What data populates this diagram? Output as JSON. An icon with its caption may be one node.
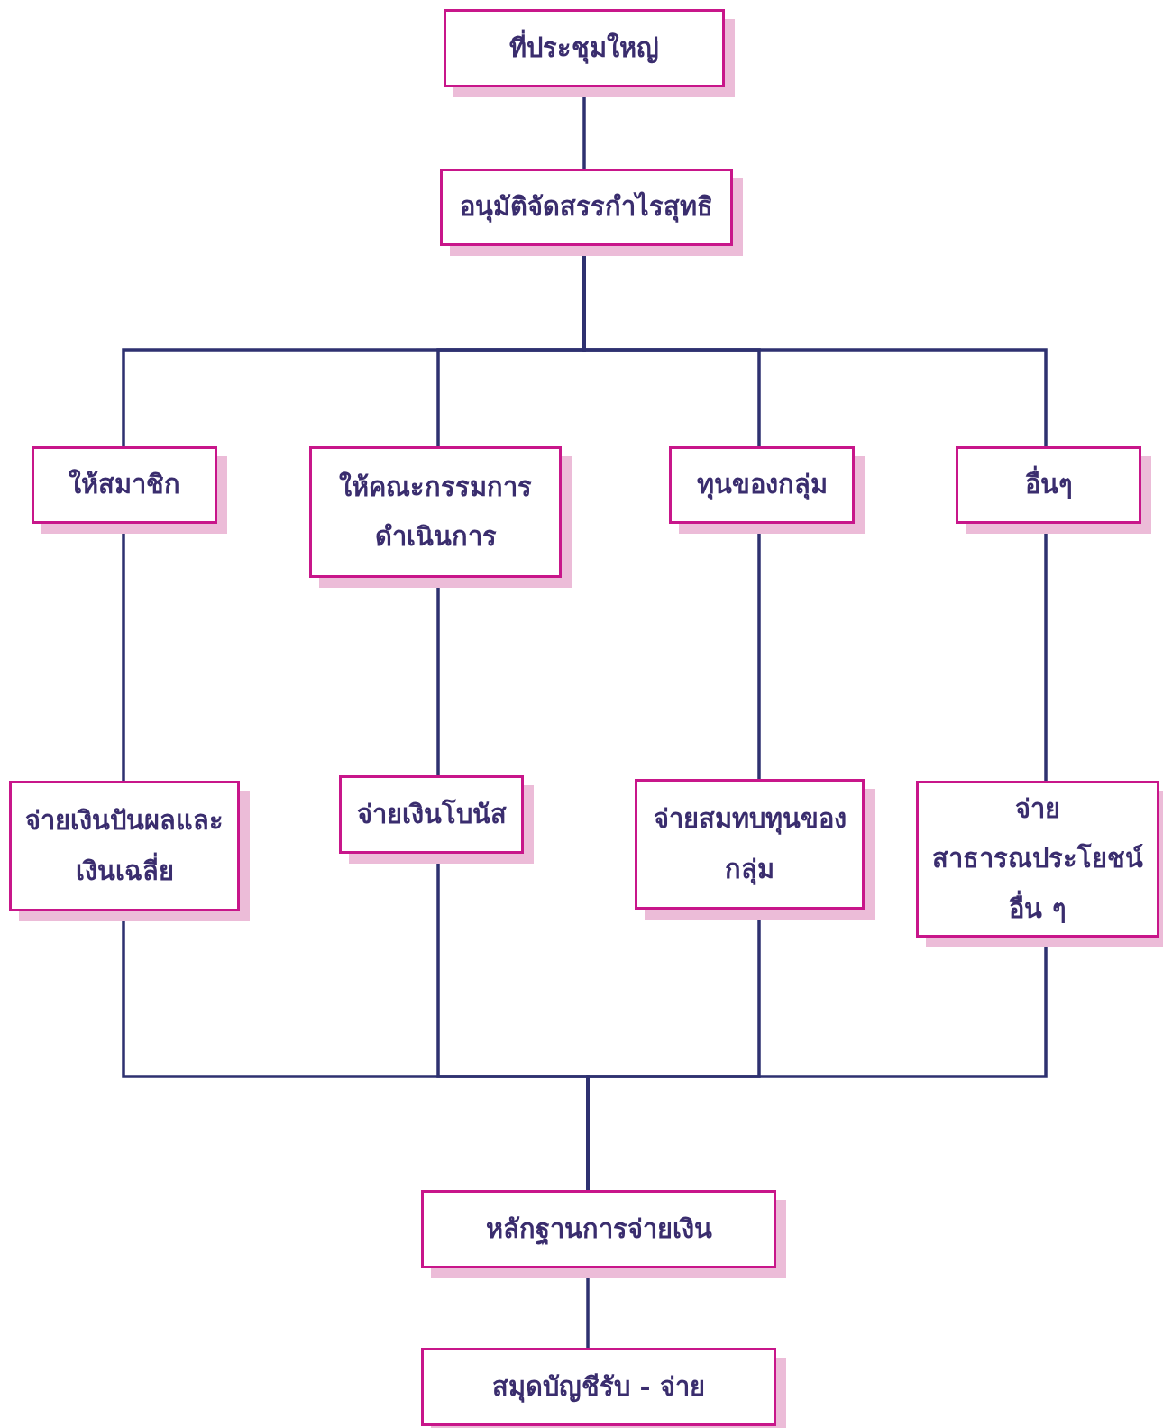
{
  "diagram": {
    "nodes": [
      {
        "text": [
          "ที่ประชุมใหญ่"
        ]
      },
      {
        "text": [
          "อนุมัติจัดสรรกำไรสุทธิ"
        ]
      },
      {
        "text": [
          "ให้สมาชิก"
        ]
      },
      {
        "text": [
          "ให้คณะกรรมการดำเนินการ"
        ]
      },
      {
        "text": [
          "ทุนของกลุ่ม"
        ]
      },
      {
        "text": [
          "อื่นๆ"
        ]
      },
      {
        "text": [
          "จ่ายเงินปันผลและเงินเฉลี่ย"
        ]
      },
      {
        "text": [
          "จ่ายเงินโบนัส"
        ]
      },
      {
        "text": [
          "จ่ายสมทบทุนของกลุ่ม"
        ]
      },
      {
        "text": [
          "จ่ายสาธารณประโยชน์อื่น ๆ"
        ]
      },
      {
        "text": [
          "หลักฐานการจ่ายเงิน"
        ]
      },
      {
        "text": [
          "สมุดบัญชีรับ - จ่าย"
        ]
      }
    ],
    "edges": [
      {
        "from": 0,
        "to": 1,
        "arrow": "none"
      },
      {
        "from": 1,
        "to": 2,
        "arrow": "none"
      },
      {
        "from": 1,
        "to": 3,
        "arrow": "none"
      },
      {
        "from": 1,
        "to": 4,
        "arrow": "none"
      },
      {
        "from": 1,
        "to": 5,
        "arrow": "none"
      },
      {
        "from": 2,
        "to": 6,
        "arrow": "none"
      },
      {
        "from": 3,
        "to": 7,
        "arrow": "none"
      },
      {
        "from": 4,
        "to": 8,
        "arrow": "none"
      },
      {
        "from": 5,
        "to": 9,
        "arrow": "none"
      },
      {
        "from": 6,
        "to": 10,
        "arrow": "none"
      },
      {
        "from": 7,
        "to": 10,
        "arrow": "none"
      },
      {
        "from": 8,
        "to": 10,
        "arrow": "none"
      },
      {
        "from": 9,
        "to": 10,
        "arrow": "none"
      },
      {
        "from": 10,
        "to": 11,
        "arrow": "none"
      }
    ]
  }
}
